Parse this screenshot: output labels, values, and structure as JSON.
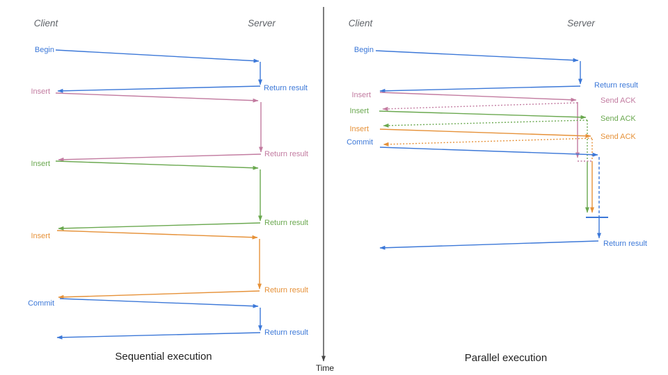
{
  "colors": {
    "blue": "#3c78d8",
    "pink": "#c27ba0",
    "green": "#6aa84f",
    "orange": "#e69138",
    "axis": "#444444",
    "header": "#5f6368",
    "title": "#222222"
  },
  "axis": {
    "label": "Time"
  },
  "left": {
    "title": "Sequential execution",
    "client_header": "Client",
    "server_header": "Server",
    "messages": [
      {
        "label": "Begin",
        "response": "Return result"
      },
      {
        "label": "Insert",
        "response": "Return result"
      },
      {
        "label": "Insert",
        "response": "Return result"
      },
      {
        "label": "Insert",
        "response": "Return result"
      },
      {
        "label": "Commit",
        "response": "Return result"
      }
    ]
  },
  "right": {
    "title": "Parallel execution",
    "client_header": "Client",
    "server_header": "Server",
    "messages": [
      {
        "label": "Begin",
        "response": "Return result"
      },
      {
        "label": "Insert",
        "response": "Send ACK"
      },
      {
        "label": "Insert",
        "response": "Send ACK"
      },
      {
        "label": "Insert",
        "response": "Send ACK"
      },
      {
        "label": "Commit",
        "response": "Return result"
      }
    ]
  }
}
